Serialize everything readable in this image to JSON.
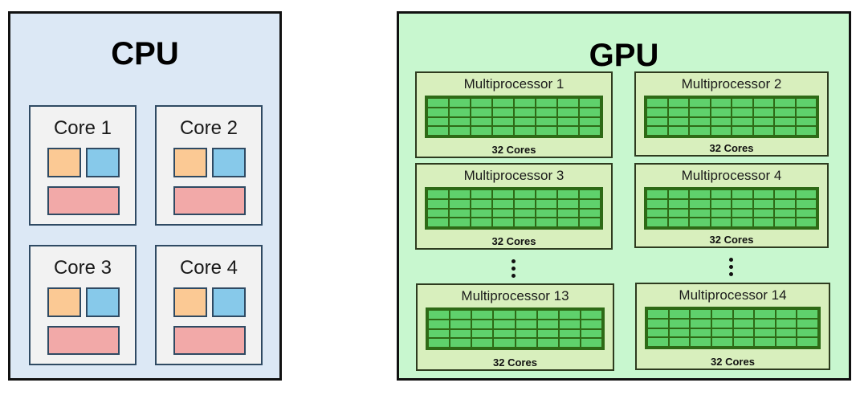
{
  "colors": {
    "cpu_background": "#dce8f5",
    "gpu_background": "#c8f7cf",
    "core_background": "#f2f2f2",
    "orange_block": "#fbc994",
    "blue_block": "#87c9ea",
    "red_block": "#f2a9a8",
    "mp_background": "#d8efbd",
    "grid_cell": "#5fd16c",
    "grid_line": "#2e6a16"
  },
  "cpu": {
    "title": "CPU",
    "cores": [
      {
        "label": "Core 1"
      },
      {
        "label": "Core 2"
      },
      {
        "label": "Core 3"
      },
      {
        "label": "Core 4"
      }
    ]
  },
  "gpu": {
    "title": "GPU",
    "multiprocessors": [
      {
        "label": "Multiprocessor 1",
        "cores": "32 Cores"
      },
      {
        "label": "Multiprocessor 2",
        "cores": "32 Cores"
      },
      {
        "label": "Multiprocessor 3",
        "cores": "32 Cores"
      },
      {
        "label": "Multiprocessor 4",
        "cores": "32 Cores"
      },
      {
        "label": "Multiprocessor 13",
        "cores": "32 Cores"
      },
      {
        "label": "Multiprocessor 14",
        "cores": "32 Cores"
      }
    ]
  }
}
